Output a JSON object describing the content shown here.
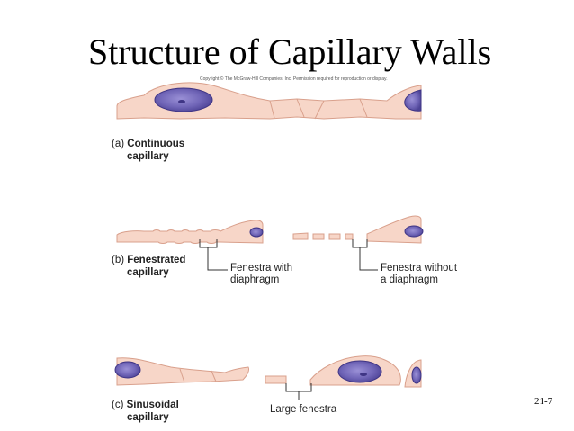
{
  "slide": {
    "title": "Structure of Capillary Walls",
    "copyright": "Copyright © The McGraw-Hill Companies, Inc. Permission required for reproduction or display.",
    "page_number": "21-7"
  },
  "panels": {
    "a": {
      "letter": "(a)",
      "name_line1": "Continuous",
      "name_line2": "capillary"
    },
    "b": {
      "letter": "(b)",
      "name_line1": "Fenestrated",
      "name_line2": "capillary",
      "callout_left_line1": "Fenestra with",
      "callout_left_line2": "diaphragm",
      "callout_right_line1": "Fenestra without",
      "callout_right_line2": "a diaphragm"
    },
    "c": {
      "letter": "(c)",
      "name_line1": "Sinusoidal",
      "name_line2": "capillary",
      "callout": "Large fenestra"
    }
  },
  "colors": {
    "cell": "#f7d6c8",
    "cell_stroke": "#d9a08c",
    "nucleus": "#7166b8",
    "nucleus_dark": "#3f3585",
    "leader": "#333333"
  }
}
